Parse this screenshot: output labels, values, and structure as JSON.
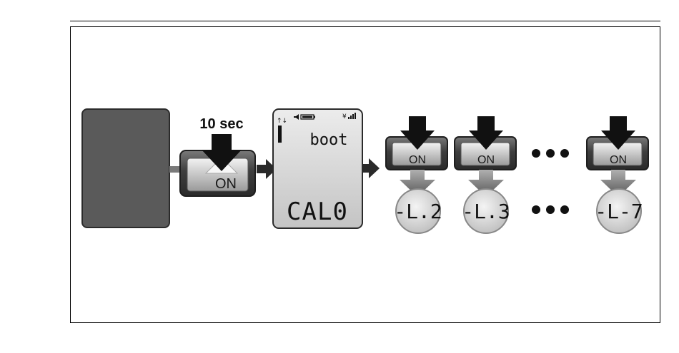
{
  "step1": {
    "duration_label": "10 sec",
    "button_label": "ON"
  },
  "display": {
    "status_text": "boot",
    "main_text": "CAL0"
  },
  "level_steps": [
    {
      "button_label": "ON",
      "display_text": "-L.2"
    },
    {
      "button_label": "ON",
      "display_text": "-L.3"
    },
    {
      "button_label": "ON",
      "display_text": "-L-7"
    }
  ],
  "icons": {
    "device": "device-body-icon",
    "press": "press-down-arrow-icon",
    "next": "right-arrow-icon",
    "result": "down-arrow-icon",
    "continue": "ellipsis-icon",
    "speaker": "speaker-icon",
    "battery": "battery-icon",
    "signal": "signal-icon"
  },
  "colors": {
    "device": "#5c5c5c",
    "button_gradient_light": "#d0d0d0",
    "button_gradient_dark": "#4a4a4a",
    "lcd_top": "#e6e6e6",
    "lcd_bottom": "#c9c9c9",
    "arrow_light": "#8a8a8a",
    "arrow_dark": "#111111"
  }
}
